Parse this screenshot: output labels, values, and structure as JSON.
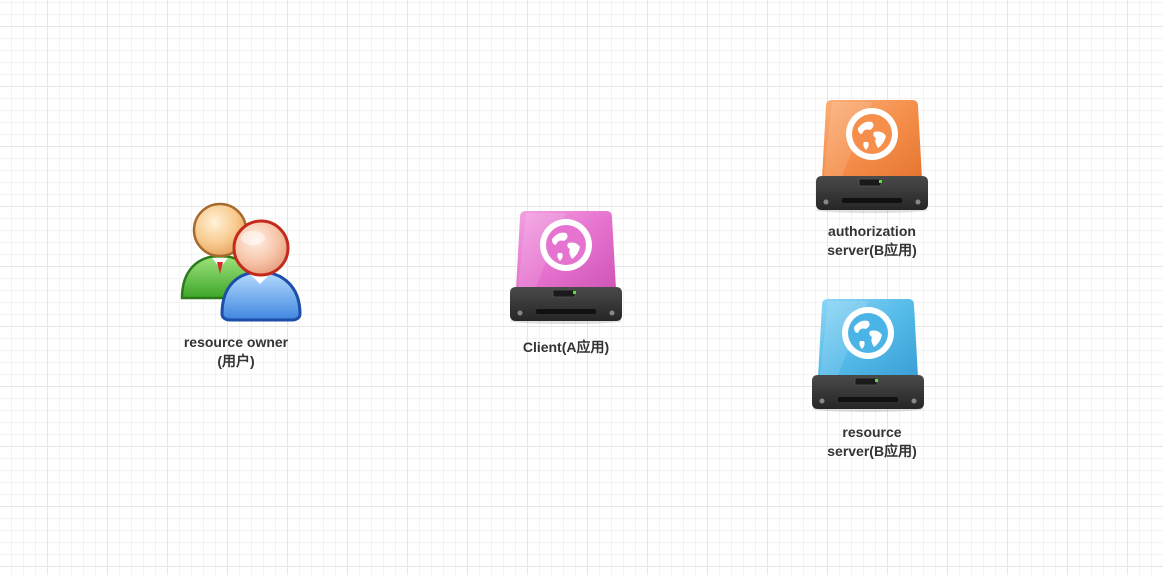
{
  "nodes": {
    "resource_owner": {
      "icon": "users-icon",
      "label_line1": "resource owner",
      "label_line2": "(用户)"
    },
    "client": {
      "icon": "web-server-drive-icon",
      "color": "#e36bc9",
      "label_line1": "Client(A应用)"
    },
    "authorization_server": {
      "icon": "web-server-drive-icon",
      "color": "#f58d48",
      "label_line1": "authorization",
      "label_line2": "server(B应用)"
    },
    "resource_server": {
      "icon": "web-server-drive-icon",
      "color": "#4ab4e6",
      "label_line1": "resource",
      "label_line2": "server(B应用)"
    }
  }
}
